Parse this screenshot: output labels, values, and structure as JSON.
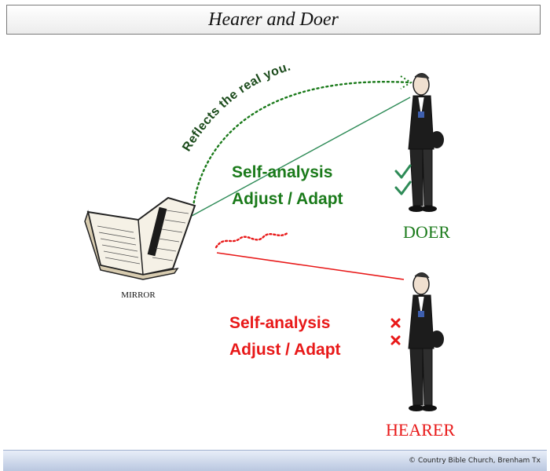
{
  "title": "Hearer and Doer",
  "diagram": {
    "mirror_label": "MIRROR",
    "reflects_text": "Reflects the real you.",
    "doer": {
      "label": "DOER",
      "steps": [
        "Self-analysis",
        "Adjust / Adapt"
      ],
      "mark": "check",
      "color": "#1a7a1a"
    },
    "hearer": {
      "label": "HEARER",
      "steps": [
        "Self-analysis",
        "Adjust / Adapt"
      ],
      "mark": "cross",
      "color": "#e81818"
    }
  },
  "footer": "© Country Bible Church, Brenham Tx"
}
